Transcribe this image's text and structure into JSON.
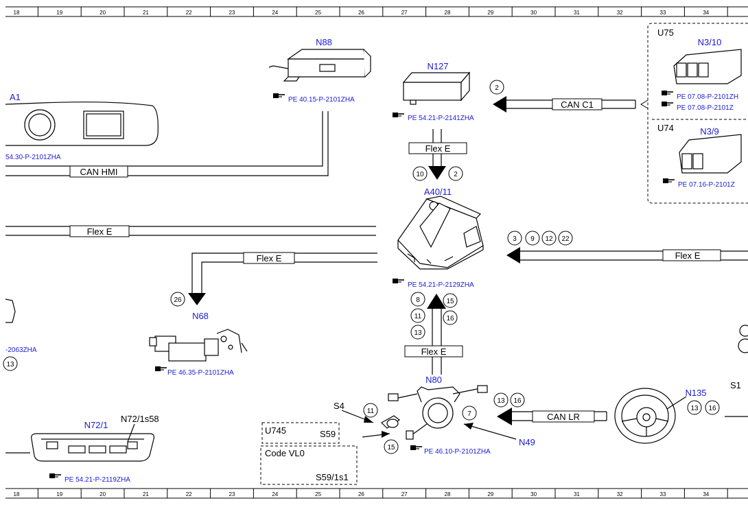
{
  "ruler": {
    "numbers": [
      "18",
      "19",
      "20",
      "21",
      "22",
      "23",
      "24",
      "25",
      "26",
      "27",
      "28",
      "29",
      "30",
      "31",
      "32",
      "33",
      "34"
    ]
  },
  "components": {
    "n88": {
      "label": "N88",
      "ref": "PE 40.15-P-2101ZHA"
    },
    "n127": {
      "label": "N127",
      "ref": "PE 54.21-P-2141ZHA"
    },
    "a1": {
      "label": "A1",
      "ref": "54.30-P-2101ZHA"
    },
    "a4011": {
      "label": "A40/11",
      "ref": "PE 54.21-P-2129ZHA"
    },
    "n68": {
      "label": "N68",
      "ref": "PE 46.35-P-2101ZHA"
    },
    "n80": {
      "label": "N80",
      "ref": "PE 46.10-P-2101ZHA"
    },
    "n721": {
      "label": "N72/1",
      "sub": "N72/1s58",
      "ref": "PE 54.21-P-2119ZHA"
    },
    "n135": {
      "label": "N135"
    },
    "u75": {
      "label": "U75",
      "part": "N3/10",
      "ref1": "PE 07.08-P-2101ZH",
      "ref2": "PE 07.08-P-2101Z"
    },
    "u74": {
      "label": "U74",
      "part": "N3/9",
      "ref": "PE 07.16-P-2101Z"
    },
    "s4": {
      "label": "S4"
    },
    "n49": {
      "label": "N49"
    },
    "s1": {
      "label": "S1"
    },
    "left_partial": {
      "ref": "-2063ZHA"
    }
  },
  "buses": {
    "can_c1": "CAN C1",
    "can_hmi": "CAN HMI",
    "can_lr": "CAN LR",
    "flex_e": "Flex E"
  },
  "boxes": {
    "u745": "U745",
    "s59": "S59",
    "code": "Code VL0",
    "s591s1": "S59/1s1"
  },
  "circles": {
    "c2a": "2",
    "c10": "10",
    "c2b": "2",
    "c3": "3",
    "c9": "9",
    "c12": "12",
    "c22": "22",
    "c26": "26",
    "c8": "8",
    "c15a": "15",
    "c11a": "11",
    "c16a": "16",
    "c13a": "13",
    "c13left": "13",
    "c11b": "11",
    "c7": "7",
    "c15b": "15",
    "c13b": "13",
    "c16b": "16",
    "c13c": "13",
    "c16c": "16"
  }
}
